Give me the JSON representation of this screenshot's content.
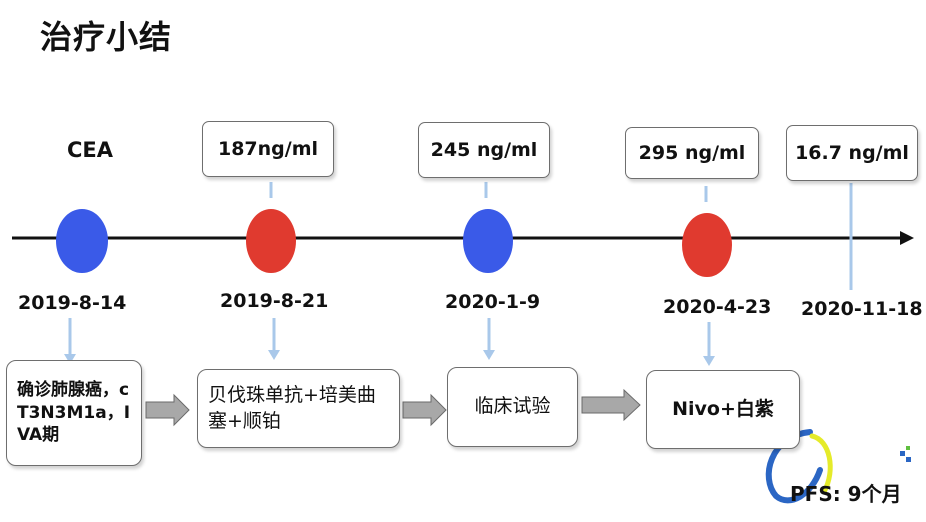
{
  "title": "治疗小结",
  "cea_label": "CEA",
  "values": [
    "187ng/ml",
    "245 ng/ml",
    "295 ng/ml",
    "16.7 ng/ml"
  ],
  "dates": [
    "2019-8-14",
    "2019-8-21",
    "2020-1-9",
    "2020-4-23",
    "2020-11-18"
  ],
  "steps": [
    "确诊肺腺癌，cT3N3M1a，IVA期",
    "贝伐珠单抗+培美曲塞+顺铂",
    "临床试验",
    "Nivo+白紫"
  ],
  "pfs": "PFS: 9个月",
  "colors": {
    "blue_dot": "#3a5ae8",
    "red_dot": "#e03a2f",
    "connector": "#a9c8ea",
    "arrow": "#a0a0a0"
  }
}
